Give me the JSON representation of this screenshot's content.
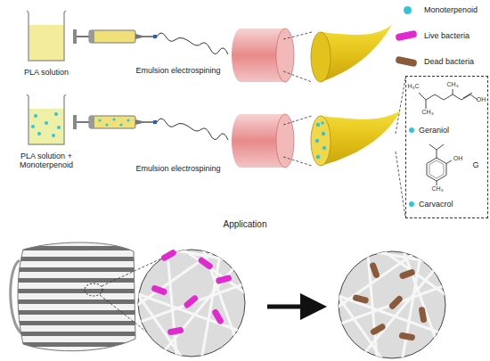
{
  "diagram": {
    "nodes": [
      {
        "text": [
          "Geraniol",
          "Carvacrol"
        ]
      }
    ],
    "labels": [
      "PLA solution",
      "Emulsion electrospining",
      "PLA solution + Monoterpenoid",
      "Emulsion electrospining",
      "Application",
      "H₃C",
      "CH₃",
      "CH₃",
      "OH",
      "OH",
      "CH₃",
      "G"
    ],
    "legend": [
      {
        "text": "Monoterpenoid",
        "color": "#2fc6dc"
      },
      {
        "text": "Live bacteria",
        "color": "#e029cf"
      },
      {
        "text": "Dead bacteria",
        "color": "#8a5a3a"
      }
    ]
  }
}
